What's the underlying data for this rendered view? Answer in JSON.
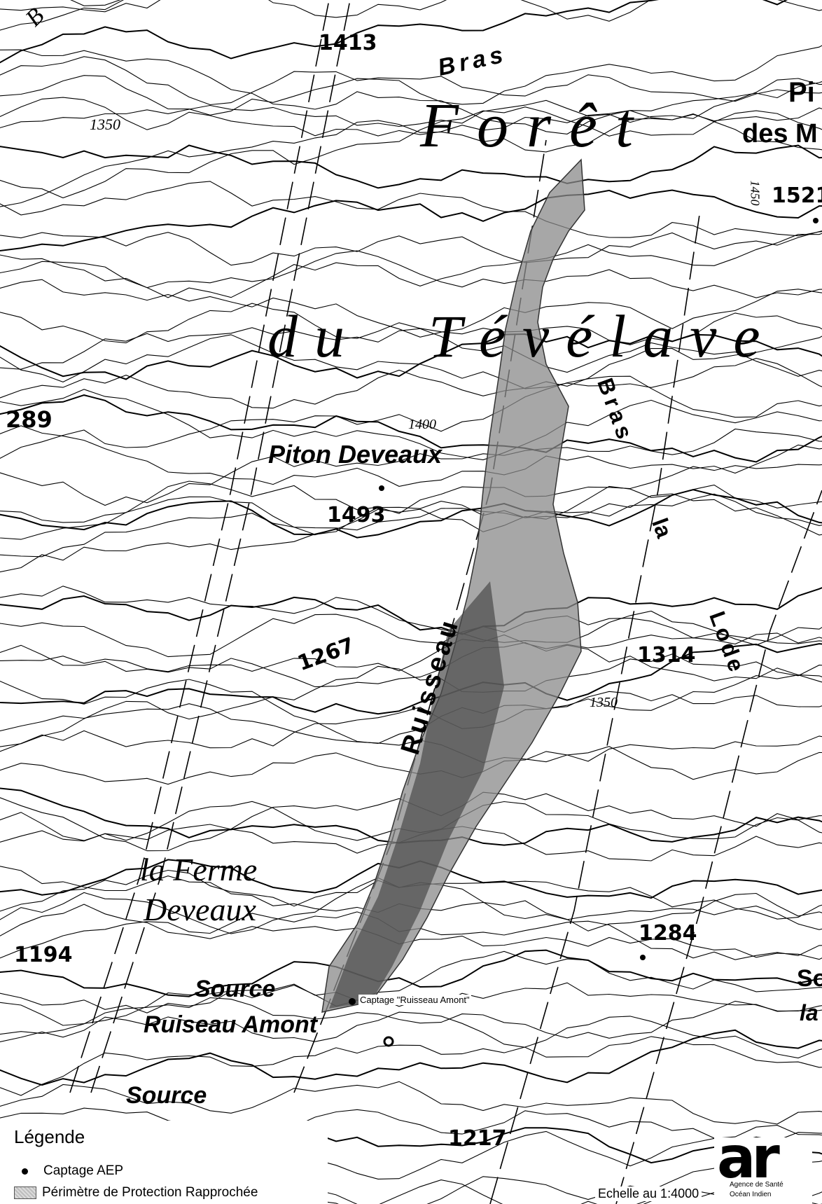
{
  "map": {
    "labels": {
      "place_bras_top": "Bras",
      "place_foret": "Forêt",
      "place_du": "du",
      "place_tevelave": "Tévélave",
      "place_piton_deveaux": "Piton Deveaux",
      "place_la_ferme": "la Ferme",
      "place_deveaux": "Deveaux",
      "place_source_1": "Source",
      "place_ruiseau_amont": "Ruiseau Amont",
      "place_source_2": "Source",
      "place_ruisseau": "Ruisseau",
      "place_bras_right": "Bras",
      "place_la_right": "la",
      "place_lode": "Lode",
      "place_pi_partial": "Pi",
      "place_desm_partial": "des M",
      "place_so_partial": "So",
      "place_la_partial": "la",
      "place_b_partial": "B",
      "captage_label": "Captage \"Ruisseau Amont\""
    },
    "elevations": {
      "e1413": "1413",
      "e1521": "1521",
      "e289": "289",
      "e1493": "1493",
      "e1267": "1267",
      "e1314": "1314",
      "e1284": "1284",
      "e1194": "1194",
      "e1217": "1217"
    },
    "contour_labels": {
      "c1350_top": "1350",
      "c1400": "1400",
      "c1350_right": "1350",
      "c1450": "1450"
    }
  },
  "legend": {
    "title": "Légende",
    "items": [
      {
        "label": "Captage AEP"
      },
      {
        "label": "Périmètre de Protection Rapprochée"
      }
    ]
  },
  "scale": "Echelle au 1:4000",
  "logo": {
    "mark": "ar",
    "line1": "Agence de Santé",
    "line2": "Océan Indien"
  },
  "colors": {
    "perimeter_fill": "#8a8a8a",
    "contour": "#000000"
  }
}
